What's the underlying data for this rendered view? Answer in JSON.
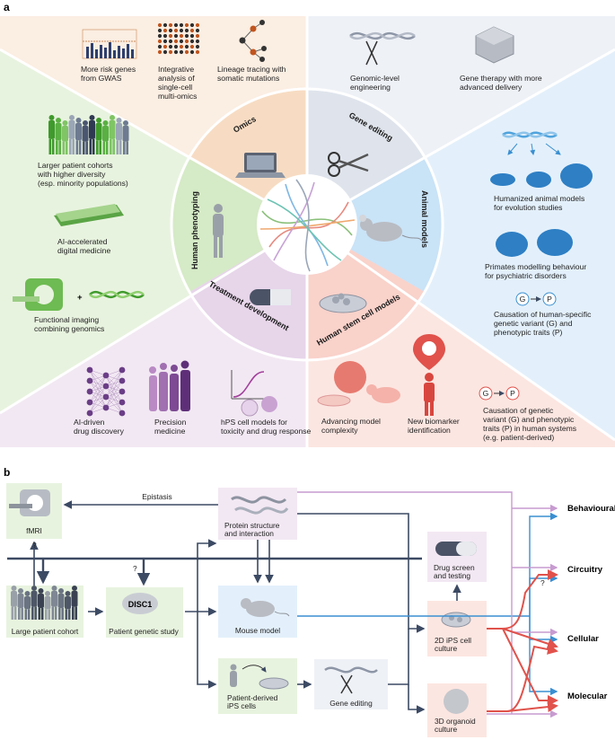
{
  "panel_a": {
    "label": "a",
    "segments": {
      "omics": "Omics",
      "gene_editing": "Gene editing",
      "animal_models": "Animal models",
      "human_stem_cell_models": "Human stem cell models",
      "treatment_development": "Treatment development",
      "human_phenotyping": "Human phenotyping"
    },
    "omics_items": [
      [
        "More risk genes",
        "from GWAS"
      ],
      [
        "Integrative",
        "analysis of",
        "single-cell",
        "multi-omics"
      ],
      [
        "Lineage tracing with",
        "somatic mutations"
      ]
    ],
    "gene_items": [
      [
        "Genomic-level",
        "engineering"
      ],
      [
        "Gene therapy with more",
        "advanced delivery"
      ]
    ],
    "animal_items": [
      [
        "Humanized animal models",
        "for evolution studies"
      ],
      [
        "Primates modelling behaviour",
        "for psychiatric disorders"
      ],
      [
        "Causation of human-specific",
        "genetic variant (G) and",
        "phenotypic traits (P)"
      ]
    ],
    "stem_items": [
      [
        "Advancing model",
        "complexity"
      ],
      [
        "New biomarker",
        "identification"
      ],
      [
        "Causation of genetic",
        "variant (G) and phenotypic",
        "traits (P) in human systems",
        "(e.g. patient-derived)"
      ]
    ],
    "treatment_items": [
      [
        "AI-driven",
        "drug discovery"
      ],
      [
        "Precision",
        "medicine"
      ],
      [
        "hPS cell models for",
        "toxicity and drug response"
      ]
    ],
    "phenotyping_items": [
      [
        "Larger patient cohorts",
        "with higher diversity",
        "(esp. minority populations)"
      ],
      [
        "AI-accelerated",
        "digital medicine"
      ],
      [
        "Functional imaging",
        "combining genomics"
      ]
    ],
    "g_label": "G",
    "p_label": "P",
    "plus": "+"
  },
  "panel_b": {
    "label": "b",
    "fmri": "fMRI",
    "epistasis": "Epistasis",
    "protein": [
      "Protein structure",
      "and interaction"
    ],
    "drug": [
      "Drug screen",
      "and testing"
    ],
    "cohort": "Large patient cohort",
    "disc1": "DISC1",
    "genetic_study": "Patient genetic study",
    "mouse": "Mouse model",
    "ips": [
      "Patient-derived",
      "iPS cells"
    ],
    "gene_editing": "Gene editing",
    "culture2d": [
      "2D iPS cell",
      "culture"
    ],
    "organoid": [
      "3D organoid",
      "culture"
    ],
    "question": "?",
    "outputs": {
      "behavioural": "Behavioural",
      "circuitry": "Circuitry",
      "cellular": "Cellular",
      "molecular": "Molecular"
    }
  },
  "colors": {
    "omics": "#fbeee2",
    "gene_editing": "#eef1f6",
    "animal": "#e3f0fb",
    "stem": "#fce6e1",
    "treatment": "#f2e8f3",
    "phenotyping": "#e8f3df",
    "arrow_dark": "#3c4a63",
    "arrow_blue": "#3a8fd1",
    "arrow_red": "#e0524b",
    "arrow_purple": "#c79bd0"
  }
}
